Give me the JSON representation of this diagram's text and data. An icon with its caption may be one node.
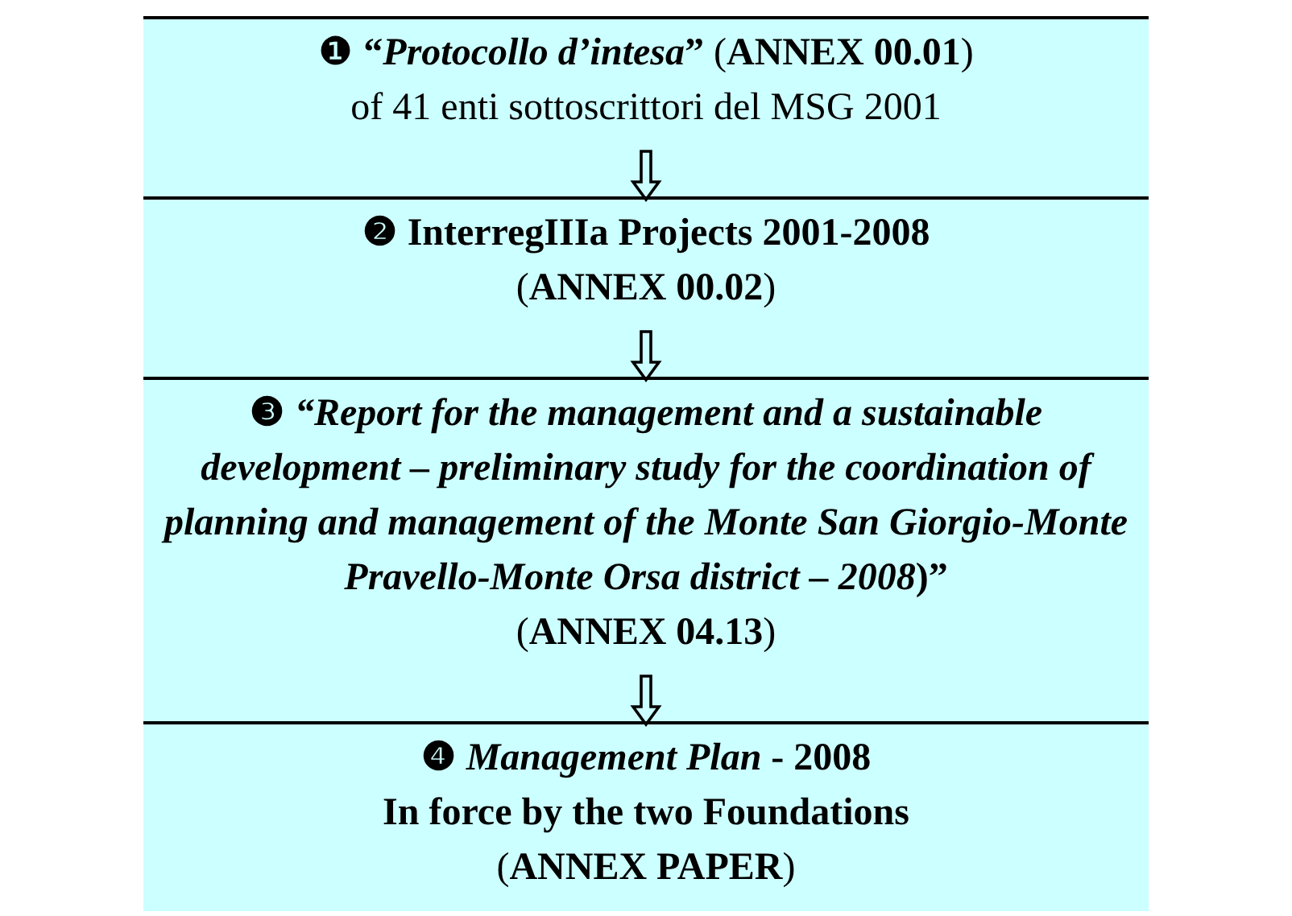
{
  "diagram": {
    "nodes": [
      {
        "text": [
          "❶ **“*Protocollo d’intesa*”** (**ANNEX 00.01**)",
          "of 41 enti sottoscrittori del MSG 2001"
        ]
      },
      {
        "text": [
          "**❷ InterregIIIa Projects 2001-2008**",
          "(**ANNEX 00.02**)"
        ]
      },
      {
        "text": [
          "**❸ *“Report for the management and a sustainable development – preliminary study for the coordination of planning and management of the Monte San Giorgio-Monte Pravello-Monte Orsa district – 2008*)”**",
          "(**ANNEX 04.13**)"
        ]
      },
      {
        "text": [
          "**❹ *Management Plan* - 2008**",
          "**In force by the two Foundations**",
          "(**ANNEX PAPER**)"
        ]
      }
    ],
    "edges": [
      {
        "from": 0,
        "to": 1,
        "arrow": "to"
      },
      {
        "from": 1,
        "to": 2,
        "arrow": "to"
      },
      {
        "from": 2,
        "to": 3,
        "arrow": "to"
      }
    ]
  }
}
